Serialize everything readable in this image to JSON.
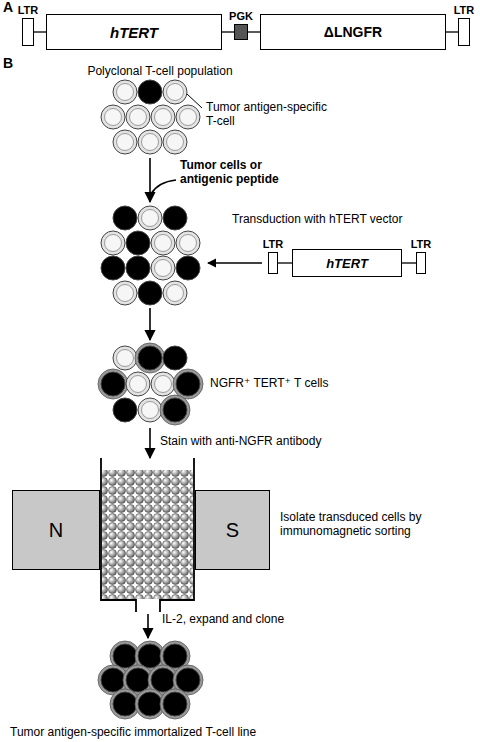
{
  "diagram": {
    "nodes": [
      {
        "text": [
          "LTR"
        ]
      },
      {
        "text": [
          "hTERT"
        ]
      },
      {
        "text": [
          "PGK"
        ]
      },
      {
        "text": [
          "ΔLNGFR"
        ]
      },
      {
        "text": [
          "LTR"
        ]
      },
      {
        "text": [
          "LTR"
        ]
      },
      {
        "text": [
          "hTERT"
        ]
      },
      {
        "text": [
          "LTR"
        ]
      },
      {
        "text": [
          "N"
        ]
      },
      {
        "text": [
          "S"
        ]
      }
    ],
    "edges": [
      {
        "from": 0,
        "to": 1,
        "arrow": "none"
      },
      {
        "from": 1,
        "to": 2,
        "arrow": "none"
      },
      {
        "from": 2,
        "to": 3,
        "arrow": "none"
      },
      {
        "from": 3,
        "to": 4,
        "arrow": "none"
      },
      {
        "from": 5,
        "to": 6,
        "arrow": "none"
      },
      {
        "from": 6,
        "to": 7,
        "arrow": "none"
      }
    ],
    "labels": [
      "A",
      "B",
      "Polyclonal T-cell population",
      "Tumor antigen-specific T-cell",
      "Tumor cells or antigenic peptide",
      "Transduction with hTERT vector",
      "NGFR⁺ TERT⁺ T cells",
      "Stain with anti-NGFR antibody",
      "Isolate transduced cells by immunomagnetic sorting",
      "IL-2, expand and clone",
      "Tumor antigen-specific immortalized T-cell line"
    ]
  }
}
